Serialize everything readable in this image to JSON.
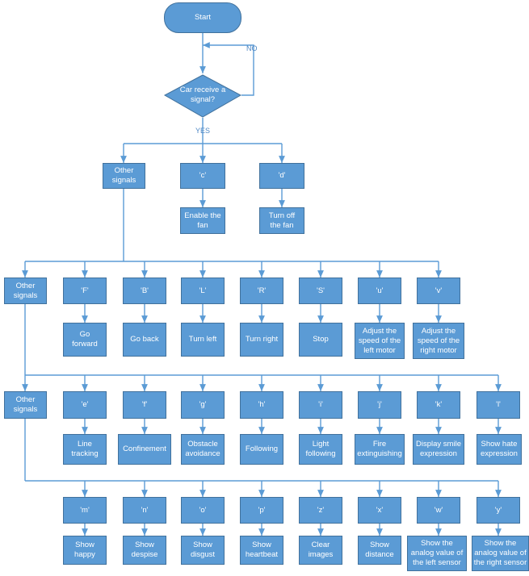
{
  "start": "Start",
  "decision": "Car receive a\nsignal?",
  "no_label": "NO",
  "yes_label": "YES",
  "row1": {
    "other": "Other\nsignals",
    "c": "'c'",
    "d": "'d'",
    "enable_fan": "Enable the\nfan",
    "turn_off_fan": "Turn off\nthe fan"
  },
  "row2": {
    "other": "Other\nsignals",
    "cmds": [
      "'F'",
      "'B'",
      "'L'",
      "'R'",
      "'S'",
      "'u'",
      "'v'"
    ],
    "actions": [
      "Go\nforward",
      "Go back",
      "Turn left",
      "Turn right",
      "Stop",
      "Adjust the\nspeed of the\nleft motor",
      "Adjust the\nspeed of the\nright motor"
    ]
  },
  "row3": {
    "other": "Other\nsignals",
    "cmds": [
      "'e'",
      "'f'",
      "'g'",
      "'h'",
      "'i'",
      "'j'",
      "'k'",
      "'l'"
    ],
    "actions": [
      "Line\ntracking",
      "Confinement",
      "Obstacle\navoidance",
      "Following",
      "Light\nfollowing",
      "Fire\nextinguishing",
      "Display smile\nexpression",
      "Show hate\nexpression"
    ]
  },
  "row4": {
    "cmds": [
      "'m'",
      "'n'",
      "'o'",
      "'p'",
      "'z'",
      "'x'",
      "'w'",
      "'y'"
    ],
    "actions": [
      "Show\nhappy",
      "Show\ndespise",
      "Show\ndisgust",
      "Show\nheartbeat",
      "Clear\nimages",
      "Show\ndistance",
      "Show the\nanalog value of\nthe left sensor",
      "Show the\nanalog value of\nthe right sensor"
    ]
  }
}
